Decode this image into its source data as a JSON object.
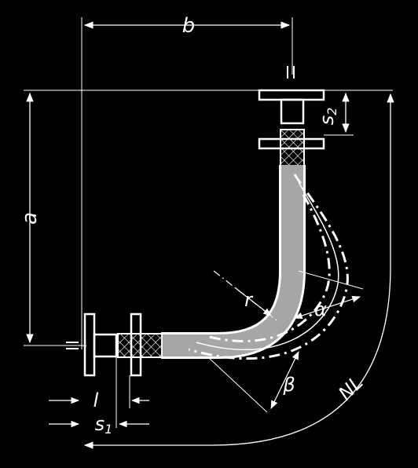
{
  "labels": {
    "b": "b",
    "a": "a",
    "s2": "s",
    "s2_sub": "2",
    "r": "r",
    "alpha": "α",
    "beta": "β",
    "NL": "NL",
    "l": "l",
    "s1": "s",
    "s1_sub": "1"
  },
  "colors": {
    "background": "#000000",
    "ink": "#ffffff"
  }
}
